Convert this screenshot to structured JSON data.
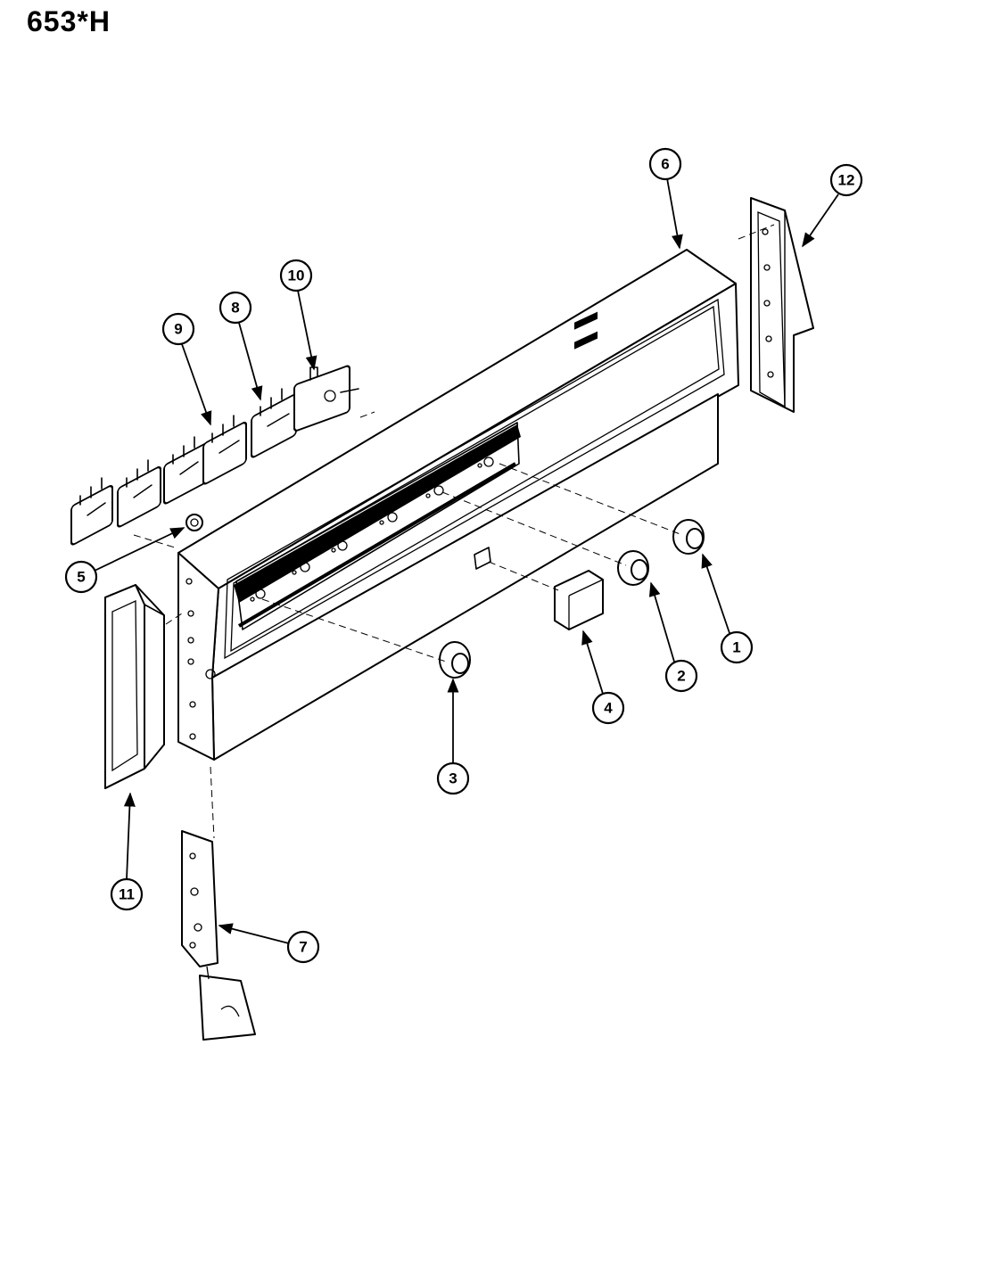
{
  "model_code": "653*H",
  "callouts": {
    "c1": "1",
    "c2": "2",
    "c3": "3",
    "c4": "4",
    "c5": "5",
    "c6": "6",
    "c7": "7",
    "c8": "8",
    "c9": "9",
    "c10": "10",
    "c11": "11",
    "c12": "12"
  }
}
